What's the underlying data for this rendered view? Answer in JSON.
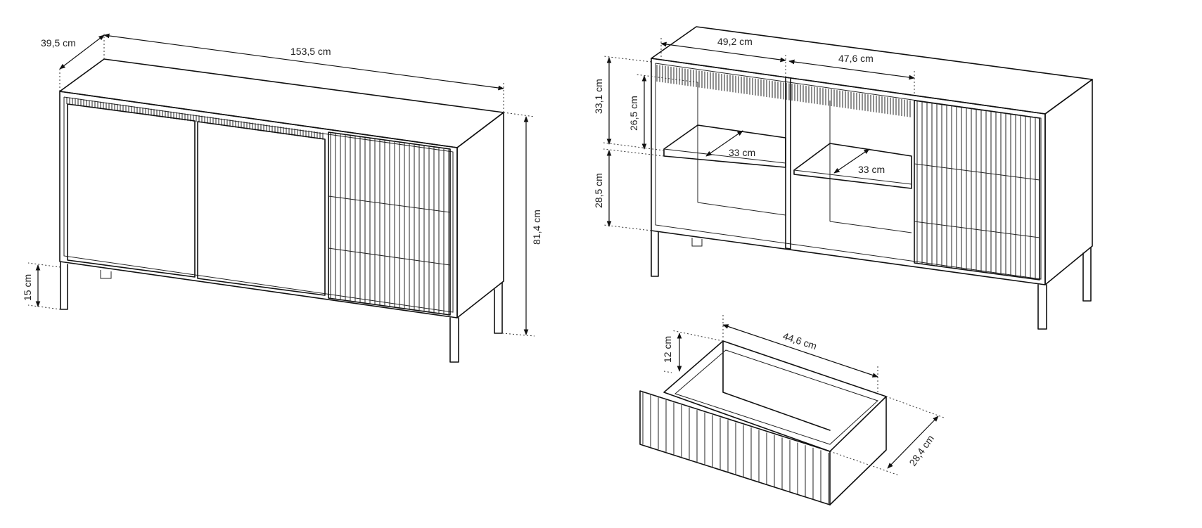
{
  "colors": {
    "line": "#111111",
    "background": "#ffffff"
  },
  "view_closed": {
    "depth_label": "39,5 cm",
    "width_label": "153,5 cm",
    "height_label": "81,4 cm",
    "leg_label": "15 cm"
  },
  "view_open": {
    "left_width_label": "49,2 cm",
    "right_width_label": "47,6 cm",
    "top_height_label": "33,1 cm",
    "inner_height_label": "26,5 cm",
    "bottom_height_label": "28,5 cm",
    "shelf_left_depth_label": "33 cm",
    "shelf_right_depth_label": "33 cm"
  },
  "view_drawer": {
    "width_label": "44,6 cm",
    "height_label": "12 cm",
    "depth_label": "28,4 cm"
  }
}
